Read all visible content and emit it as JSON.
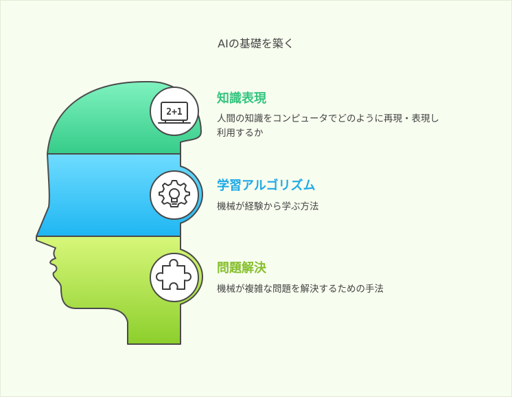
{
  "title": "AIの基礎を築く",
  "colors": {
    "background": "#f7fdef",
    "section1": "#3ccf8e",
    "section2": "#24b8f0",
    "section3": "#8fc633",
    "outline": "#4a4a4a"
  },
  "sections": [
    {
      "title": "知識表現",
      "description": "人間の知識をコンピュータでどのように再現・表現し利用するか",
      "icon": "chalkboard-2plus1-icon",
      "icon_text": "2+1"
    },
    {
      "title": "学習アルゴリズム",
      "description": "機械が経験から学ぶ方法",
      "icon": "gear-lightbulb-icon"
    },
    {
      "title": "問題解決",
      "description": "機械が複雑な問題を解決するための手法",
      "icon": "puzzle-piece-icon"
    }
  ]
}
